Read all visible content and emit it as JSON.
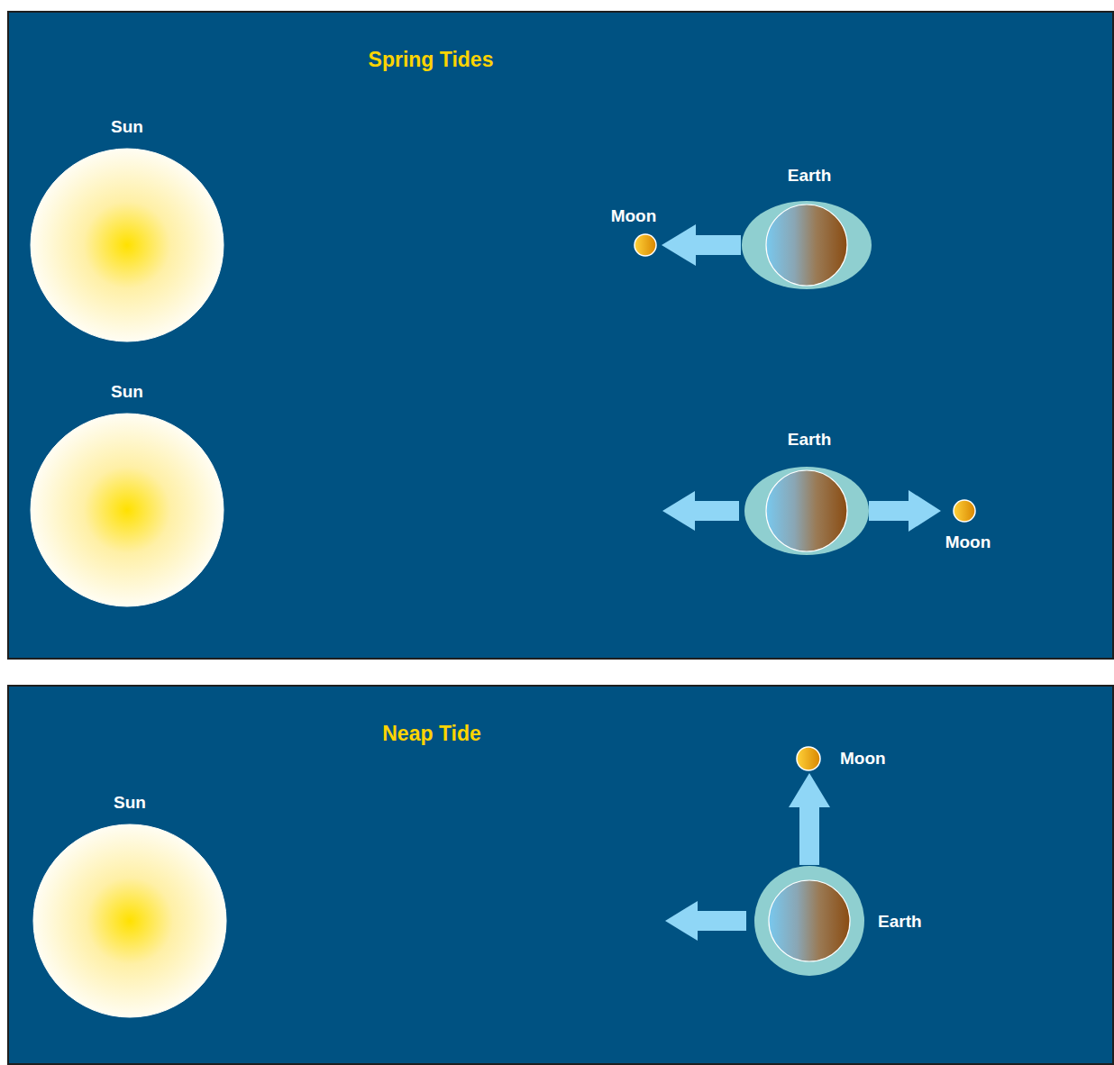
{
  "diagram": {
    "nodes": [
      {
        "text": [
          "Spring Tides"
        ]
      },
      {
        "text": [
          "Sun"
        ],
        "in": 0
      },
      {
        "text": [
          "Earth"
        ],
        "in": 0
      },
      {
        "text": [
          "Moon"
        ],
        "in": 0
      },
      {
        "text": [
          "Sun"
        ],
        "in": 0
      },
      {
        "text": [
          "Earth"
        ],
        "in": 0
      },
      {
        "text": [
          "Moon"
        ],
        "in": 0
      },
      {
        "text": [
          "Neap Tide"
        ]
      },
      {
        "text": [
          "Sun"
        ],
        "in": 7
      },
      {
        "text": [
          "Earth"
        ],
        "in": 7
      },
      {
        "text": [
          "Moon"
        ],
        "in": 7
      }
    ],
    "edges": [
      {
        "from": 2,
        "to": 3,
        "arrow": "to"
      },
      {
        "from": 5,
        "to": 6,
        "arrow": "to"
      },
      {
        "from": 9,
        "to": 10,
        "arrow": "to"
      }
    ]
  }
}
